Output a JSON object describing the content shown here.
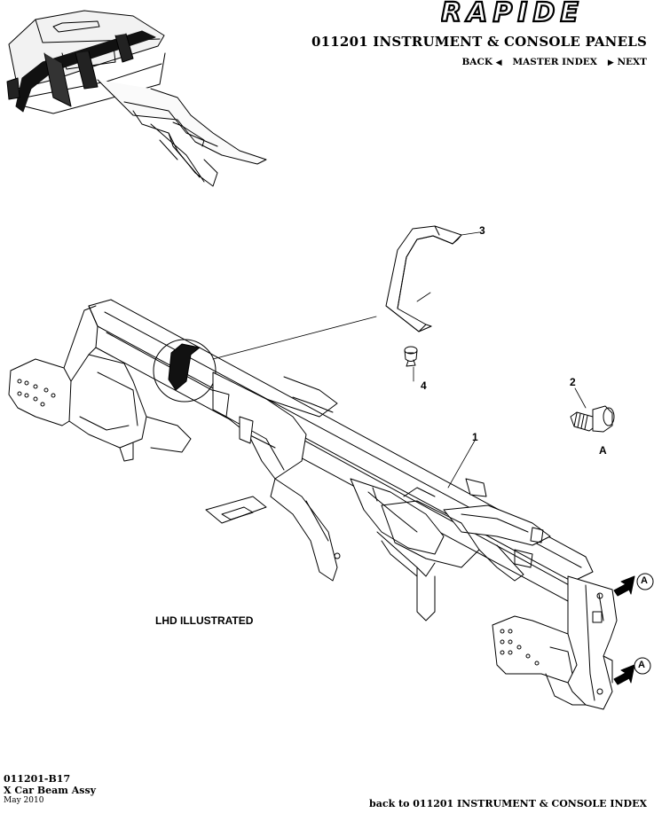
{
  "header": {
    "brand": "RAPIDE",
    "section_title": "011201 INSTRUMENT & CONSOLE PANELS",
    "nav": {
      "back": "BACK",
      "master_index": "MASTER INDEX",
      "next": "NEXT"
    }
  },
  "diagram": {
    "callouts": [
      "1",
      "2",
      "3",
      "4"
    ],
    "detail_label": "A",
    "arrow_labels": [
      "A",
      "A"
    ],
    "illustration_note": "LHD ILLUSTRATED"
  },
  "footer": {
    "part_code": "011201-B17",
    "part_name": "X Car Beam Assy",
    "date": "May 2010",
    "back_link": "back to 011201 INSTRUMENT & CONSOLE INDEX"
  }
}
